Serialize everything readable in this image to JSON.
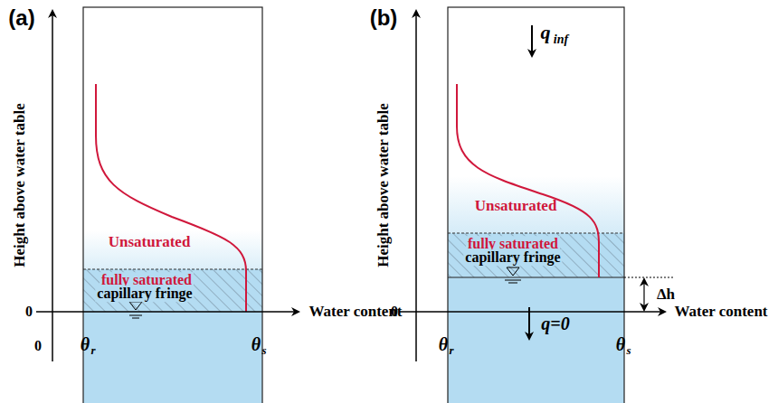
{
  "diagram": {
    "labels": [
      "(a)",
      "Height above water table",
      "0",
      "0",
      "θ",
      "r",
      "θ",
      "s",
      "Water content",
      "Unsaturated",
      "fully saturated",
      "capillary fringe",
      "(b)",
      "Height above water table",
      "0",
      "θ",
      "r",
      "θ",
      "s",
      "Water content",
      "q",
      "inf",
      "Unsaturated",
      "fully saturated",
      "capillary fringe",
      "q=0",
      "Δh"
    ]
  }
}
